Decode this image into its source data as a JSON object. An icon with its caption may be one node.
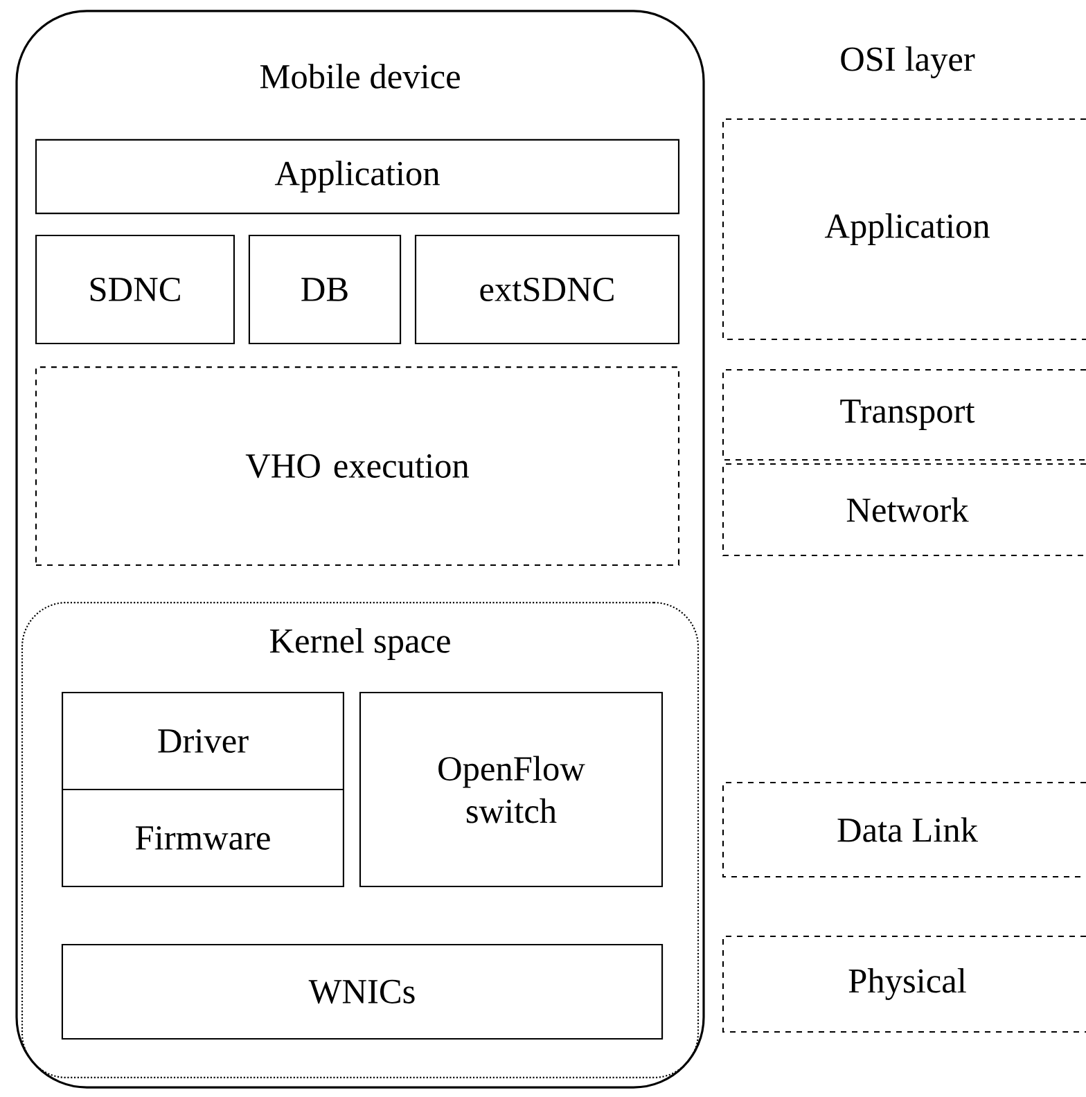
{
  "diagram": {
    "nodes": [
      {
        "text": [
          "Mobile device"
        ]
      },
      {
        "text": [
          "Application"
        ],
        "in": 0
      },
      {
        "text": [
          "SDNC"
        ],
        "in": 0
      },
      {
        "text": [
          "DB"
        ],
        "in": 0
      },
      {
        "text": [
          "extSDNC"
        ],
        "in": 0
      },
      {
        "text": [
          "VHO execution"
        ],
        "in": 0
      },
      {
        "text": [
          "Kernel space"
        ],
        "in": 0
      },
      {
        "text": [
          "Driver"
        ],
        "in": 6
      },
      {
        "text": [
          "Firmware"
        ],
        "in": 6
      },
      {
        "text": [
          "OpenFlow switch"
        ],
        "in": 6
      },
      {
        "text": [
          "WNICs"
        ],
        "in": 6
      },
      {
        "text": [
          "Application"
        ]
      },
      {
        "text": [
          "Transport"
        ]
      },
      {
        "text": [
          "Network"
        ]
      },
      {
        "text": [
          "Data Link"
        ]
      },
      {
        "text": [
          "Physical"
        ]
      }
    ],
    "labels": [
      "OSI layer"
    ]
  }
}
